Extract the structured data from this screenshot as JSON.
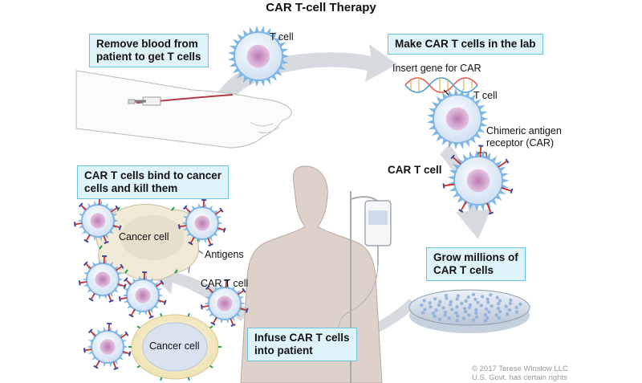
{
  "title": "CAR T-cell Therapy",
  "steps": {
    "remove": [
      "Remove blood from",
      "patient to get T cells"
    ],
    "make": "Make CAR T cells in the lab",
    "grow": [
      "Grow millions of",
      "CAR T cells"
    ],
    "infuse": [
      "Infuse CAR T cells",
      "into patient"
    ],
    "bind": [
      "CAR T cells bind to cancer",
      "cells and kill them"
    ]
  },
  "labels": {
    "t_cell_top": "T cell",
    "insert_gene": "Insert gene for CAR",
    "t_cell_lab": "T cell",
    "car_receptor": [
      "Chimeric antigen",
      "receptor (CAR)"
    ],
    "car_t_cell_lab": "CAR T cell",
    "cancer_cell_1": "Cancer cell",
    "antigens": "Antigens",
    "car_t_cell_attack": "CAR T cell",
    "cancer_cell_2": "Cancer cell"
  },
  "copyright": [
    "© 2017 Terese Winslow LLC",
    "U.S. Govt. has certain rights"
  ],
  "colors": {
    "box_fill": "#dff3fb",
    "box_border": "#6cc3e3",
    "arrow": "#d7dbe0",
    "t_cell_spikes": "#7fb6e6",
    "t_cell_body": "#e9f1fb",
    "nucleus": "#c27bb5",
    "car_receptor": "#c9302c"
  }
}
